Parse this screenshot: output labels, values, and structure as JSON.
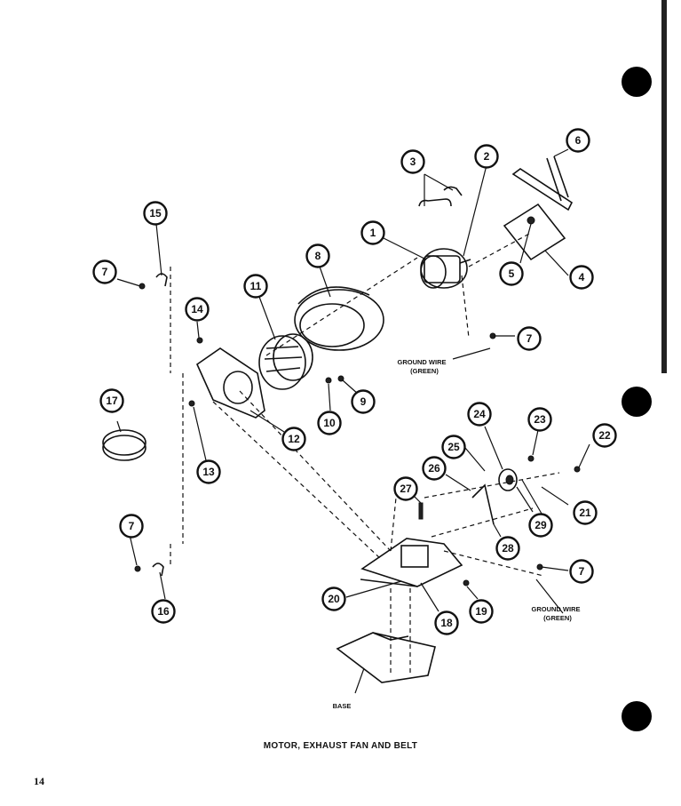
{
  "caption": "MOTOR, EXHAUST FAN AND BELT",
  "page_number": "14",
  "labels": {
    "ground_wire_1": "GROUND WIRE",
    "ground_wire_1_color": "(GREEN)",
    "ground_wire_2": "GROUND WIRE",
    "ground_wire_2_color": "(GREEN)",
    "base": "BASE"
  },
  "callouts": {
    "c1": "1",
    "c2": "2",
    "c3": "3",
    "c4": "4",
    "c5": "5",
    "c6": "6",
    "c7a": "7",
    "c7b": "7",
    "c7c": "7",
    "c7d": "7",
    "c8": "8",
    "c9": "9",
    "c10": "10",
    "c11": "11",
    "c12": "12",
    "c13": "13",
    "c14": "14",
    "c15": "15",
    "c16": "16",
    "c17": "17",
    "c18": "18",
    "c19": "19",
    "c20": "20",
    "c21": "21",
    "c22": "22",
    "c23": "23",
    "c24": "24",
    "c25": "25",
    "c26": "26",
    "c27": "27",
    "c28": "28",
    "c29": "29"
  }
}
